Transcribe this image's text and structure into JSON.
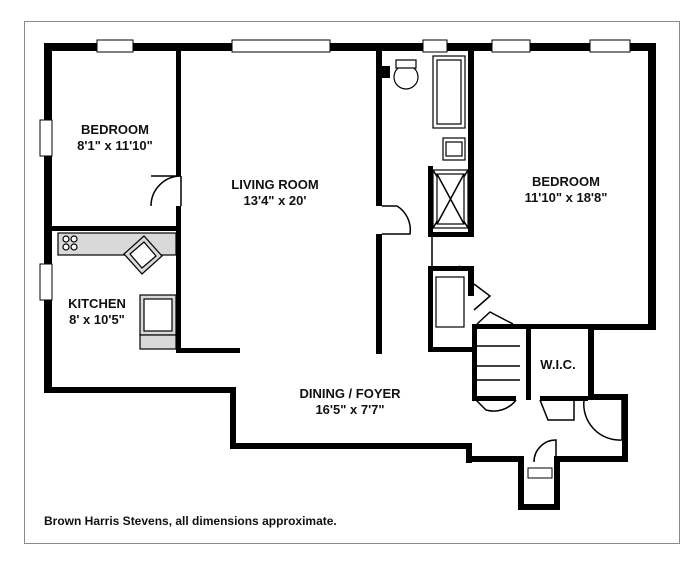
{
  "rooms": {
    "bedroom1": {
      "name": "BEDROOM",
      "dims": "8'1\" x 11'10\""
    },
    "living": {
      "name": "LIVING ROOM",
      "dims": "13'4\" x 20'"
    },
    "bedroom2": {
      "name": "BEDROOM",
      "dims": "11'10\" x 18'8\""
    },
    "kitchen": {
      "name": "KITCHEN",
      "dims": "8' x 10'5\""
    },
    "dining": {
      "name": "DINING / FOYER",
      "dims": "16'5\" x 7'7\""
    },
    "wic": {
      "name": "W.I.C."
    }
  },
  "footer": "Brown Harris Stevens, all dimensions approximate."
}
